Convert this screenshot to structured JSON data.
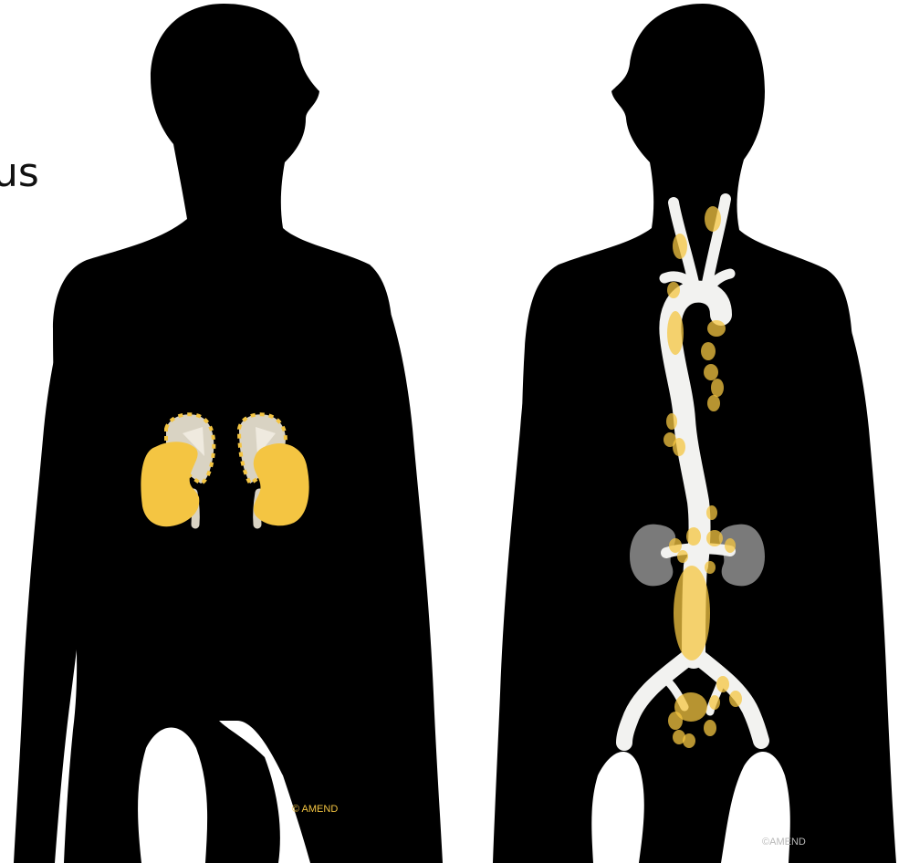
{
  "slide": {
    "partial_text": "us"
  },
  "left_figure": {
    "credit": "© AMEND"
  },
  "right_figure": {
    "credit": "©AMEND"
  },
  "colors": {
    "silhouette": "#000000",
    "tumor_yellow": "#f4c542",
    "adrenal_cream": "#d9d3c3",
    "vessel_white": "#f2f2f0",
    "kidney_gray": "#7a7a7a"
  }
}
